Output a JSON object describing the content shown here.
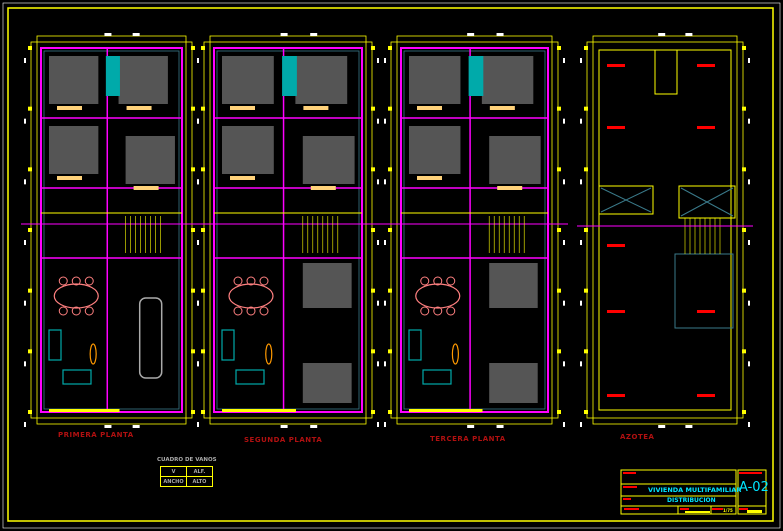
{
  "plans": [
    {
      "label": "PRIMERA PLANTA"
    },
    {
      "label": "SEGUNDA PLANTA"
    },
    {
      "label": "TERCERA PLANTA"
    },
    {
      "label": "AZOTEA"
    }
  ],
  "vanos": {
    "title": "CUADRO DE VANOS",
    "rows": [
      [
        "V",
        "ALF."
      ],
      [
        "ANCHO",
        "ALTO"
      ]
    ]
  },
  "title_block": {
    "project": "VIVIENDA MULTIFAMILIAR",
    "sheet_subject": "DISTRIBUCION",
    "sheet_number": "A-02",
    "scale": "1/75"
  },
  "colors": {
    "wall": "#ff00ff",
    "dim": "#ffff00",
    "interior": "#3a7a8a",
    "label": "#b01010",
    "title": "#00e5ff"
  }
}
